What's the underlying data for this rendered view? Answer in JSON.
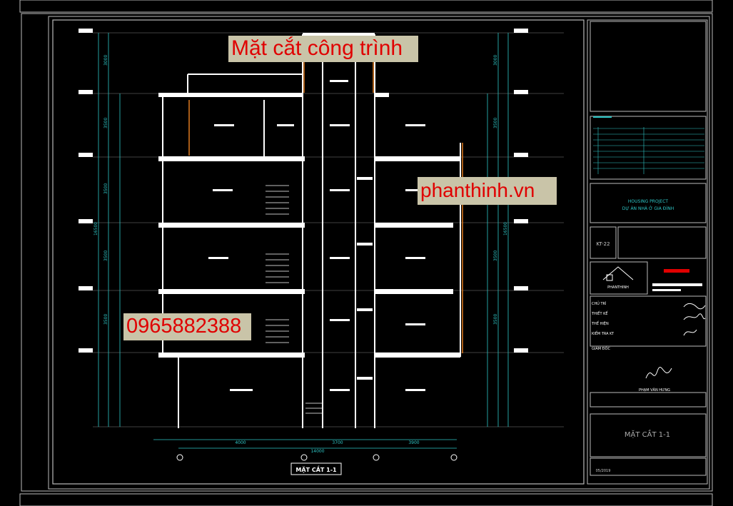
{
  "banners": {
    "title": "Mặt cắt công trình",
    "website": "phanthinh.vn",
    "phone": "0965882388"
  },
  "drawing": {
    "section_label": "MẶT CẮT 1-1",
    "total_dim": "14000",
    "dims": [
      "4000",
      "3700",
      "3900"
    ],
    "level_dims_left": [
      "3000",
      "3500",
      "3500",
      "3500",
      "3500"
    ],
    "level_dims_right": [
      "3000",
      "3500",
      "3500",
      "3500",
      "3500"
    ],
    "total_height_left": "16500",
    "total_height_right": "16500"
  },
  "title_block": {
    "project_en": "HOUSING PROJECT",
    "project_vn": "DỰ ÁN NHÀ Ở GIA ĐÌNH",
    "sheet_code": "KT-22",
    "company": "PHANTHINH",
    "roles": [
      {
        "role": "CHỦ TRÌ"
      },
      {
        "role": "THIẾT KẾ"
      },
      {
        "role": "THỂ HIỆN"
      },
      {
        "role": "KIỂM TRA KT"
      }
    ],
    "director": "GIÁM ĐỐC",
    "director_name": "PHẠM VĂN HƯNG",
    "sheet_title": "MẶT CẮT 1-1",
    "date": "05/2019"
  },
  "colors": {
    "background": "#000000",
    "lines": "#ffffff",
    "grid": "#555555",
    "dim": "#2ec7c7",
    "accent": "#e07a1f",
    "banner_bg": "#c9c4a8",
    "banner_text": "#e00000"
  }
}
